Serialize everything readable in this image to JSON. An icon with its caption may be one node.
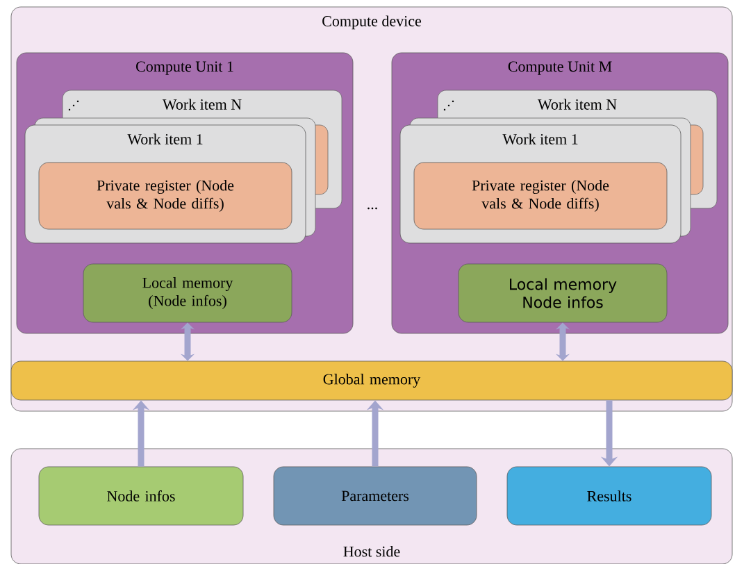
{
  "diagram": {
    "nodes": [
      {
        "text": [
          "Compute device"
        ]
      },
      {
        "text": [
          "Compute Unit 1"
        ],
        "in": 0
      },
      {
        "text": [
          "Work item N"
        ],
        "in": 1
      },
      {
        "text": [
          "Work item 1"
        ],
        "in": 1
      },
      {
        "text": [
          "Private register (Node vals & Node diffs)"
        ],
        "in": 3
      },
      {
        "text": [
          "Local memory (Node infos)"
        ],
        "in": 1
      },
      {
        "text": [
          "Compute Unit M"
        ],
        "in": 0
      },
      {
        "text": [
          "Work item N"
        ],
        "in": 6
      },
      {
        "text": [
          "Work item 1"
        ],
        "in": 6
      },
      {
        "text": [
          "Private register (Node vals & Node diffs)"
        ],
        "in": 8
      },
      {
        "text": [
          "Local memory Node infos"
        ],
        "in": 6
      },
      {
        "text": [
          "Global memory"
        ],
        "in": 0
      },
      {
        "text": [
          "Host side"
        ]
      },
      {
        "text": [
          "Node infos"
        ],
        "in": 12
      },
      {
        "text": [
          "Parameters"
        ],
        "in": 12
      },
      {
        "text": [
          "Results"
        ],
        "in": 12
      }
    ],
    "edges": [
      {
        "from": 5,
        "to": 11,
        "arrow": "both"
      },
      {
        "from": 10,
        "to": 11,
        "arrow": "both"
      },
      {
        "from": 13,
        "to": 11,
        "arrow": "to"
      },
      {
        "from": 14,
        "to": 11,
        "arrow": "to"
      },
      {
        "from": 11,
        "to": 15,
        "arrow": "to"
      }
    ],
    "labels": [
      "..."
    ]
  }
}
